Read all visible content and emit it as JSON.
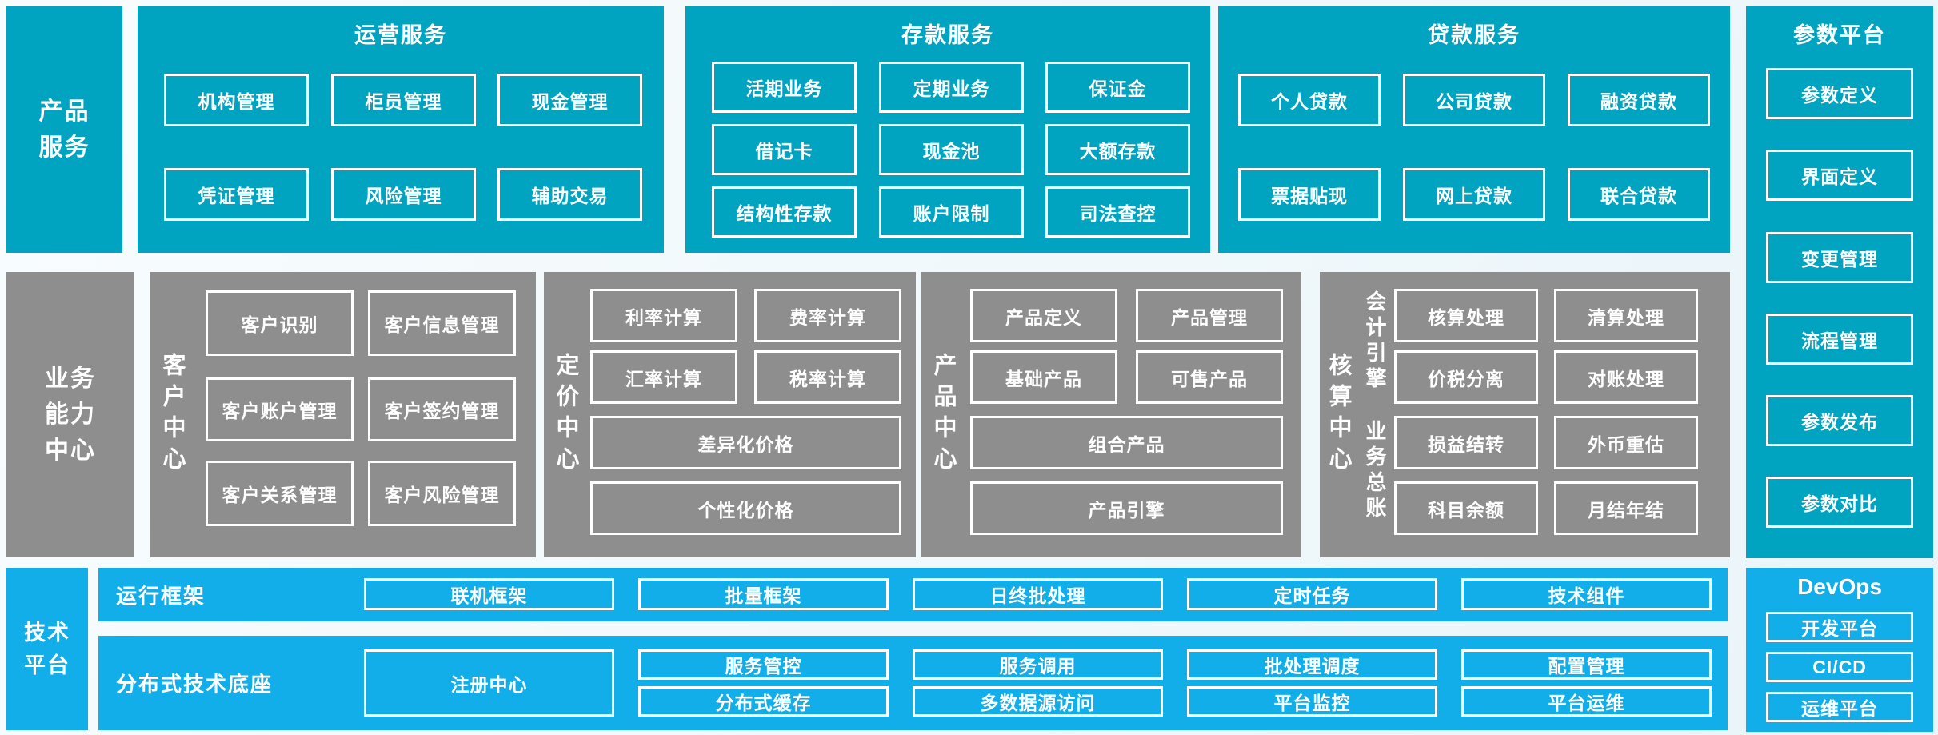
{
  "colors": {
    "teal": "#00a4c0",
    "blue": "#12aee9",
    "gray": "#8e8e8e",
    "box_border": "#ffffff",
    "text": "#ffffff",
    "background": "#eff7fb"
  },
  "sidebar": {
    "product": "产品\n服务",
    "business": "业务\n能力\n中心",
    "tech": "技术\n平台"
  },
  "operations": {
    "title": "运营服务",
    "boxes": [
      "机构管理",
      "柜员管理",
      "现金管理",
      "凭证管理",
      "风险管理",
      "辅助交易"
    ]
  },
  "deposits": {
    "title": "存款服务",
    "boxes": [
      "活期业务",
      "定期业务",
      "保证金",
      "借记卡",
      "现金池",
      "大额存款",
      "结构性存款",
      "账户限制",
      "司法查控"
    ]
  },
  "loans": {
    "title": "贷款服务",
    "boxes": [
      "个人贷款",
      "公司贷款",
      "融资贷款",
      "票据贴现",
      "网上贷款",
      "联合贷款"
    ]
  },
  "params": {
    "title": "参数平台",
    "boxes": [
      "参数定义",
      "界面定义",
      "变更管理",
      "流程管理",
      "参数发布",
      "参数对比"
    ]
  },
  "customer": {
    "label": "客户中心",
    "boxes": [
      "客户识别",
      "客户信息管理",
      "客户账户管理",
      "客户签约管理",
      "客户关系管理",
      "客户风险管理"
    ]
  },
  "pricing": {
    "label": "定价中心",
    "boxes": [
      "利率计算",
      "费率计算",
      "汇率计算",
      "税率计算"
    ],
    "wide": [
      "差异化价格",
      "个性化价格"
    ]
  },
  "product": {
    "label": "产品中心",
    "boxes": [
      "产品定义",
      "产品管理",
      "基础产品",
      "可售产品"
    ],
    "wide": [
      "组合产品",
      "产品引擎"
    ]
  },
  "accounting": {
    "label": "核算中心",
    "groups": [
      {
        "label": "会计引擎",
        "boxes": [
          "核算处理",
          "清算处理",
          "价税分离",
          "对账处理"
        ]
      },
      {
        "label": "业务总账",
        "boxes": [
          "损益结转",
          "外币重估",
          "科目余额",
          "月结年结"
        ]
      }
    ]
  },
  "runtime": {
    "label": "运行框架",
    "boxes": [
      "联机框架",
      "批量框架",
      "日终批处理",
      "定时任务",
      "技术组件"
    ]
  },
  "distributed": {
    "label": "分布式技术底座",
    "registry": "注册中心",
    "rows": [
      [
        "服务管控",
        "服务调用",
        "批处理调度",
        "配置管理"
      ],
      [
        "分布式缓存",
        "多数据源访问",
        "平台监控",
        "平台运维"
      ]
    ]
  },
  "devops": {
    "title": "DevOps",
    "boxes": [
      "开发平台",
      "CI/CD",
      "运维平台"
    ]
  }
}
